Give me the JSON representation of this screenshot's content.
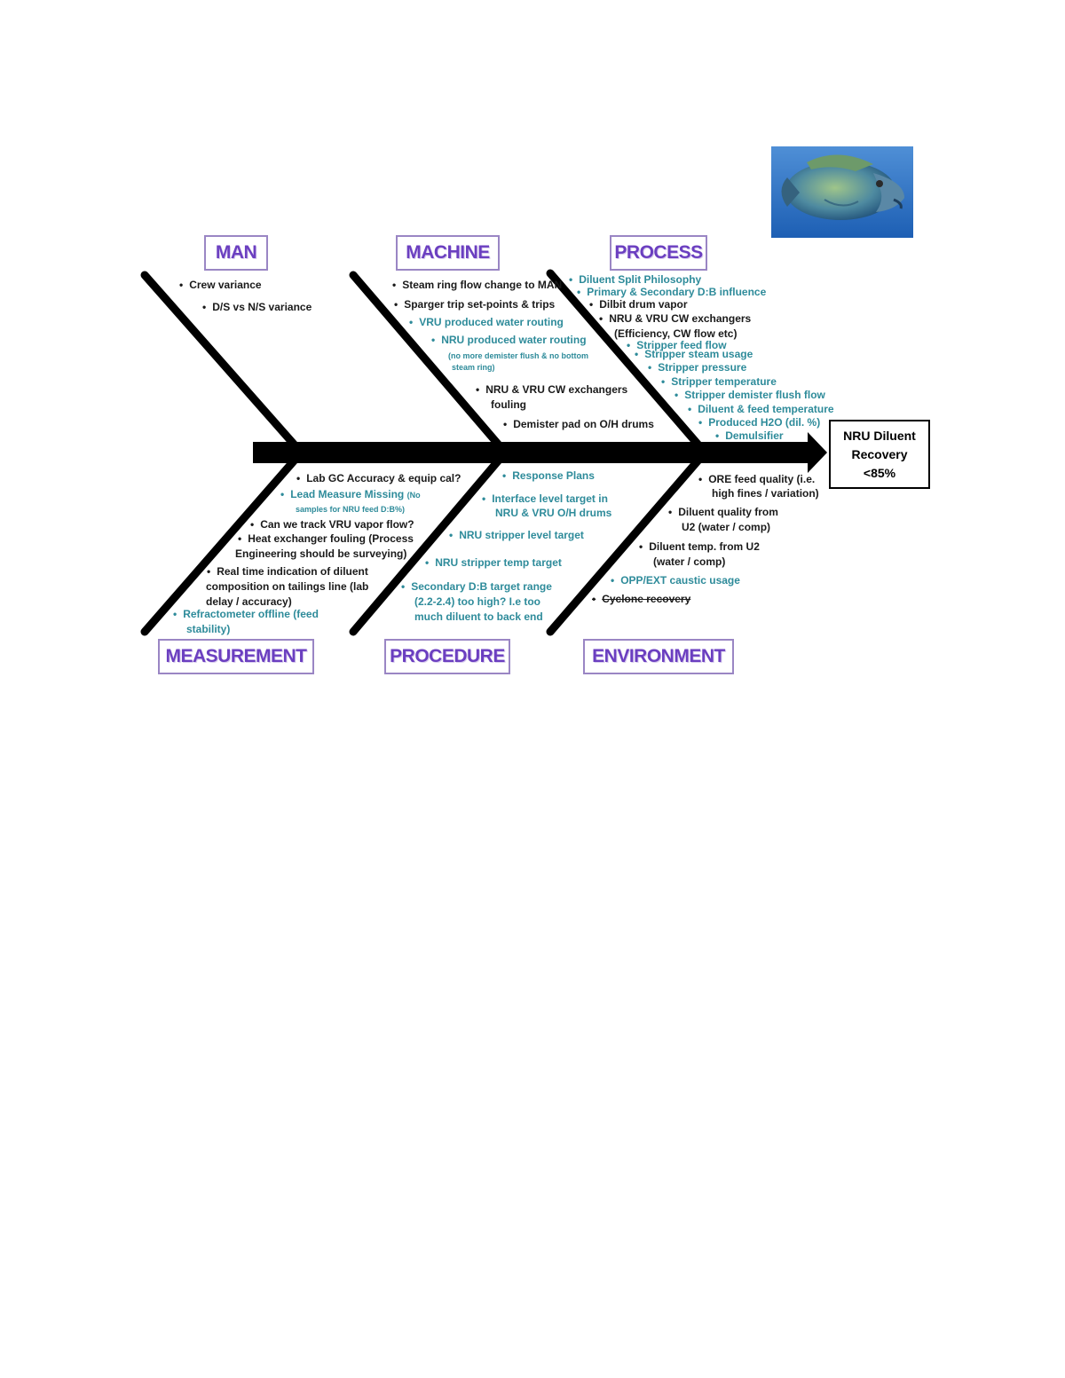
{
  "effect": [
    "NRU Diluent",
    "Recovery",
    "<85%"
  ],
  "categories": {
    "man": "MAN",
    "machine": "MACHINE",
    "process": "PROCESS",
    "measurement": "MEASUREMENT",
    "procedure": "PROCEDURE",
    "environment": "ENVIRONMENT"
  },
  "causes": {
    "man": [
      "Crew variance",
      "D/S vs N/S variance"
    ],
    "machine": [
      "Steam ring flow change to MAN",
      "Sparger trip set-points & trips",
      "VRU produced water routing",
      "NRU produced water routing",
      "(no more demister flush & no bottom",
      "steam ring)",
      "NRU & VRU CW exchangers",
      "fouling",
      "Demister pad on O/H drums"
    ],
    "process": [
      "Diluent Split Philosophy",
      "Primary & Secondary D:B influence",
      "Dilbit drum vapor",
      "NRU & VRU CW exchangers",
      "(Efficiency, CW flow etc)",
      "Stripper feed flow",
      "Stripper steam usage",
      "Stripper pressure",
      "Stripper temperature",
      "Stripper demister flush flow",
      "Diluent & feed temperature",
      "Produced H2O (dil. %)",
      "Demulsifier"
    ],
    "measurement": [
      "Lab GC Accuracy & equip cal?",
      "Lead Measure Missing",
      "(No",
      "samples for NRU feed D:B%)",
      "Can we track VRU vapor flow?",
      "Heat exchanger fouling (Process",
      "Engineering should be surveying)",
      "Real time indication of diluent",
      "composition on tailings line (lab",
      "delay / accuracy)",
      "Refractometer offline (feed",
      "stability)"
    ],
    "procedure": [
      "Response Plans",
      "Interface level target in",
      "NRU & VRU O/H drums",
      "NRU stripper level target",
      "NRU stripper temp target",
      "Secondary D:B target range",
      "(2.2-2.4) too high? I.e too",
      "much diluent to back end"
    ],
    "environment": [
      "ORE feed quality (i.e.",
      "high fines / variation)",
      "Diluent quality from",
      "U2 (water / comp)",
      "Diluent temp. from U2",
      "(water / comp)",
      "OPP/EXT caustic usage",
      "Cyclone recovery"
    ]
  },
  "colors": {
    "dark": "#1a1a1a",
    "teal": "#2e8b9a",
    "category": "#6b3fc0",
    "bone": "#000000"
  },
  "icons": {
    "fish": "fish-photo"
  }
}
